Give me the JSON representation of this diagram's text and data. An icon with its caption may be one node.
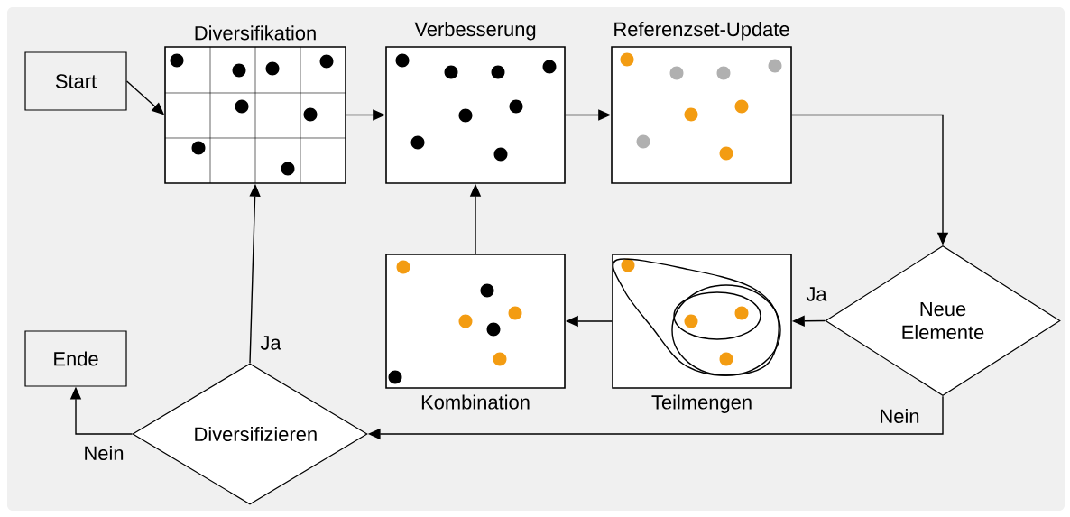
{
  "diagram": {
    "nodes": [
      {
        "text": [
          "Start"
        ]
      },
      {
        "text": [
          "Diversifikation"
        ]
      },
      {
        "text": [
          "Verbesserung"
        ]
      },
      {
        "text": [
          "Referenzset-Update"
        ]
      },
      {
        "text": [
          "Neue Elemente"
        ]
      },
      {
        "text": [
          "Teilmengen"
        ]
      },
      {
        "text": [
          "Kombination"
        ]
      },
      {
        "text": [
          "Diversifizieren"
        ]
      },
      {
        "text": [
          "Ende"
        ]
      }
    ],
    "edges": [
      {
        "from": 0,
        "to": 1,
        "arrow": "to"
      },
      {
        "from": 1,
        "to": 2,
        "arrow": "to"
      },
      {
        "from": 2,
        "to": 3,
        "arrow": "to"
      },
      {
        "from": 3,
        "to": 4,
        "arrow": "to"
      },
      {
        "from": 4,
        "to": 5,
        "arrow": "to",
        "label": "Ja"
      },
      {
        "from": 5,
        "to": 6,
        "arrow": "to"
      },
      {
        "from": 6,
        "to": 2,
        "arrow": "to"
      },
      {
        "from": 4,
        "to": 7,
        "arrow": "to",
        "label": "Nein"
      },
      {
        "from": 7,
        "to": 1,
        "arrow": "to",
        "label": "Ja"
      },
      {
        "from": 7,
        "to": 8,
        "arrow": "to",
        "label": "Nein"
      }
    ]
  }
}
